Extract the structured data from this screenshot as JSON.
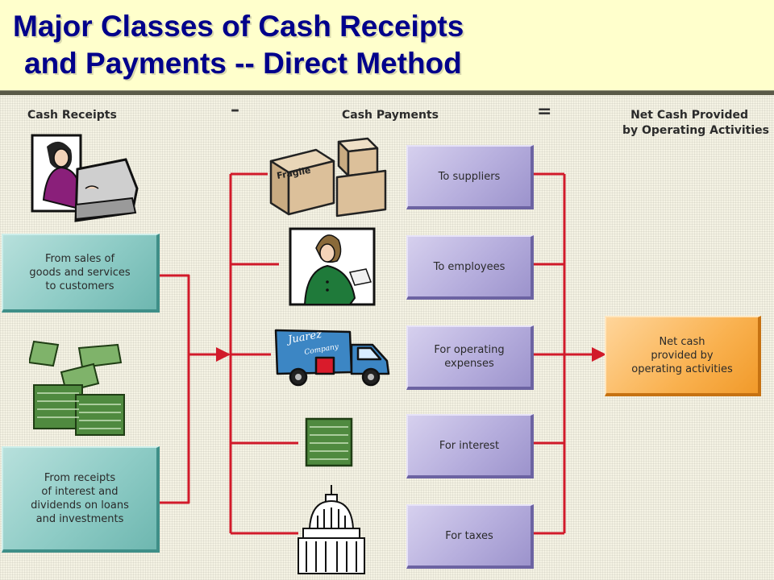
{
  "title": {
    "line1": "Major Classes of Cash Receipts",
    "line2": "and Payments -- Direct Method"
  },
  "headers": {
    "receipts": "Cash Receipts",
    "minus": "–",
    "payments": "Cash Payments",
    "equals": "=",
    "net_line1": "Net Cash Provided",
    "net_line2": "by Operating Activities"
  },
  "receipts": [
    {
      "lines": [
        "From sales of",
        "goods and services",
        "to customers"
      ]
    },
    {
      "lines": [
        "From receipts",
        "of interest and",
        "dividends on loans",
        "and investments"
      ]
    }
  ],
  "payments": [
    {
      "label": "To suppliers"
    },
    {
      "label": "To employees"
    },
    {
      "lines": [
        "For operating",
        "expenses"
      ]
    },
    {
      "label": "For interest"
    },
    {
      "label": "For taxes"
    }
  ],
  "result": {
    "lines": [
      "Net cash",
      "provided by",
      "operating activities"
    ]
  },
  "artwork": {
    "boxes_label": "Fragile",
    "truck_label_1": "Juarez",
    "truck_label_2": "Company"
  },
  "colors": {
    "title": "#00008b",
    "connector": "#d11a2a",
    "receipt_box": "#8dcbc5",
    "payment_box": "#b6aedd",
    "result_box": "#f9b14f"
  }
}
